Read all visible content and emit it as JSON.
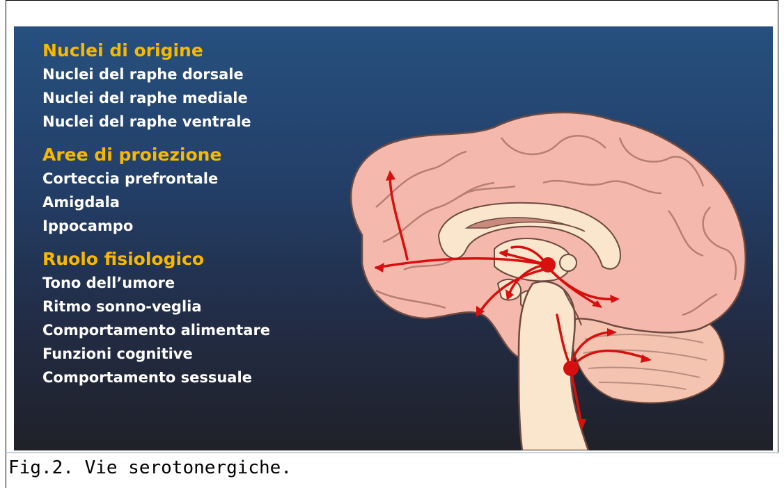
{
  "figure": {
    "groups": [
      {
        "heading": "Nuclei di origine",
        "items": [
          "Nuclei del raphe dorsale",
          "Nuclei del raphe mediale",
          "Nuclei del raphe ventrale"
        ]
      },
      {
        "heading": "Aree di proiezione",
        "items": [
          "Corteccia prefrontale",
          "Amigdala",
          "Ippocampo"
        ]
      },
      {
        "heading": "Ruolo fisiologico",
        "items": [
          "Tono dell’umore",
          "Ritmo sonno-veglia",
          "Comportamento alimentare",
          "Funzioni cognitive",
          "Comportamento sessuale"
        ]
      }
    ],
    "caption": "Fig.2. Vie serotonergiche."
  },
  "colors": {
    "heading": "#f8b800",
    "text": "#ffffff",
    "pathway": "#d80f0f",
    "brain": "#f5b8ac"
  }
}
